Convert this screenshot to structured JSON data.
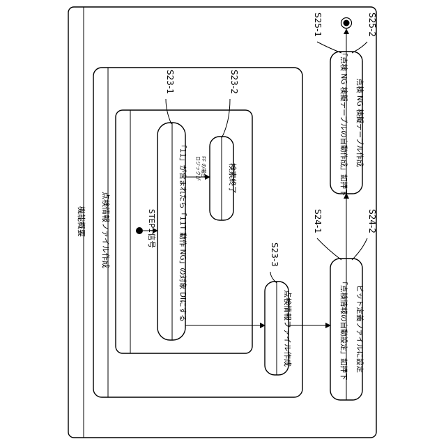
{
  "outer": {
    "title": "機能概要"
  },
  "inspection_file": {
    "title": "点検情報ファイル作成"
  },
  "step1": {
    "title": "STEP1信号",
    "state_text": "「11」が含まれたら「11T 動作 NG」の対象 DIにする"
  },
  "search_end": {
    "text": "検索終了"
  },
  "guard": {
    "line1": "ロジックが",
    "line2": "FF の場合"
  },
  "file_create": {
    "text": "点検情報ファイル作成"
  },
  "auto_setting": {
    "line1": "「点検情報の自動設定」釦押下",
    "line2": "ビット定義ファイルに設定"
  },
  "auto_table": {
    "line1": "「点検 NG 検擬テーブルの自動作成」釦押下",
    "line2": "点検 NG 検擬テーブル作成"
  },
  "refs": {
    "s23_1": "S23-1",
    "s23_2": "S23-2",
    "s23_3": "S23-3",
    "s24_1": "S24-1",
    "s24_2": "S24-2",
    "s25_1": "S25-1",
    "s25_2": "S25-2"
  }
}
